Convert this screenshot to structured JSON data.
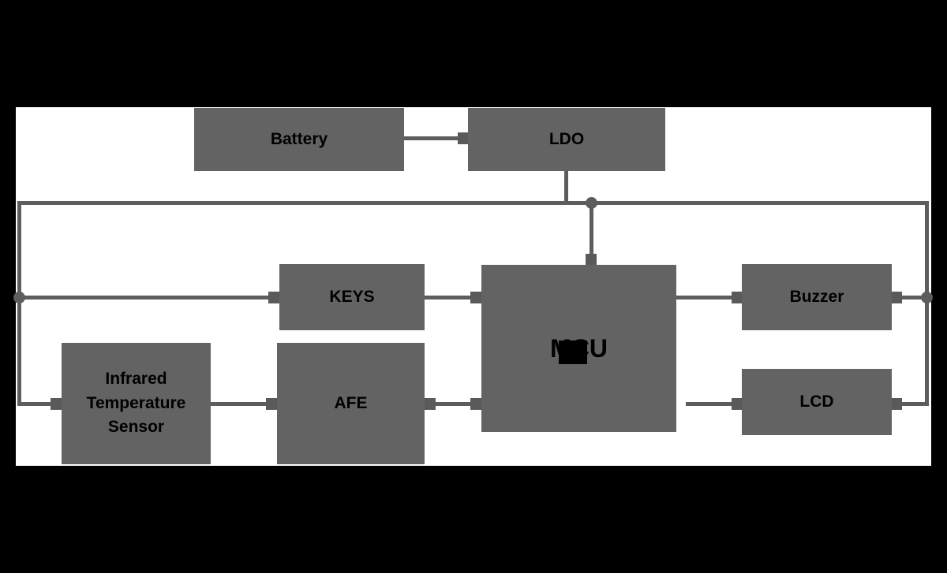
{
  "diagram": {
    "type": "block-diagram",
    "colors": {
      "background": "#000000",
      "canvas": "#ffffff",
      "block_fill": "#636363",
      "wire": "#5d5d5d",
      "label_text": "#000000"
    },
    "blocks": {
      "battery": {
        "label": "Battery"
      },
      "ldo": {
        "label": "LDO"
      },
      "keys": {
        "label": "KEYS"
      },
      "mcu": {
        "label": "MCU"
      },
      "buzzer": {
        "label": "Buzzer"
      },
      "sensor": {
        "label": "Infrared Temperature Sensor"
      },
      "afe": {
        "label": "AFE"
      },
      "lcd": {
        "label": "LCD"
      }
    },
    "connections": [
      {
        "from": "Battery",
        "to": "LDO"
      },
      {
        "from": "LDO",
        "to": "power rail"
      },
      {
        "from": "power rail",
        "to": "MCU"
      },
      {
        "from": "power rail",
        "to": "KEYS"
      },
      {
        "from": "power rail",
        "to": "Infrared Temperature Sensor"
      },
      {
        "from": "KEYS",
        "to": "MCU"
      },
      {
        "from": "Infrared Temperature Sensor",
        "to": "AFE"
      },
      {
        "from": "AFE",
        "to": "MCU"
      },
      {
        "from": "MCU",
        "to": "Buzzer"
      },
      {
        "from": "MCU",
        "to": "LCD"
      },
      {
        "from": "Buzzer",
        "to": "power rail"
      },
      {
        "from": "LCD",
        "to": "power rail"
      }
    ]
  }
}
